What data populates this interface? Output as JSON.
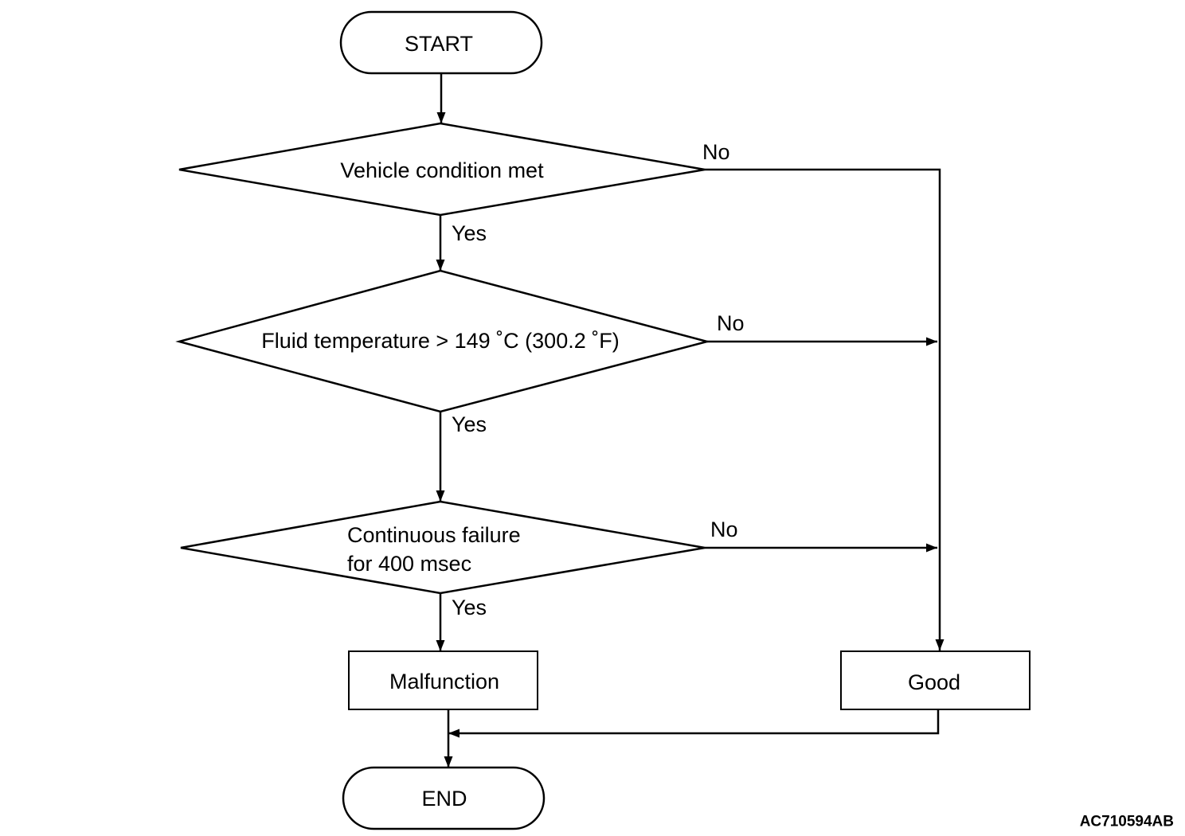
{
  "nodes": {
    "start": "START",
    "malfunction": "Malfunction",
    "good": "Good",
    "end": "END"
  },
  "decisions": [
    {
      "text": [
        "Vehicle condition met"
      ],
      "yes_label": "Yes",
      "no_label": "No"
    },
    {
      "text": [
        "Fluid temperature > 149 ˚C (300.2 ˚F)"
      ],
      "yes_label": "Yes",
      "no_label": "No"
    },
    {
      "text": [
        "Continuous failure",
        "for 400 msec"
      ],
      "yes_label": "Yes",
      "no_label": "No"
    }
  ],
  "figure_code": "AC710594AB",
  "colors": {
    "line": "#000000",
    "background": "#ffffff"
  }
}
